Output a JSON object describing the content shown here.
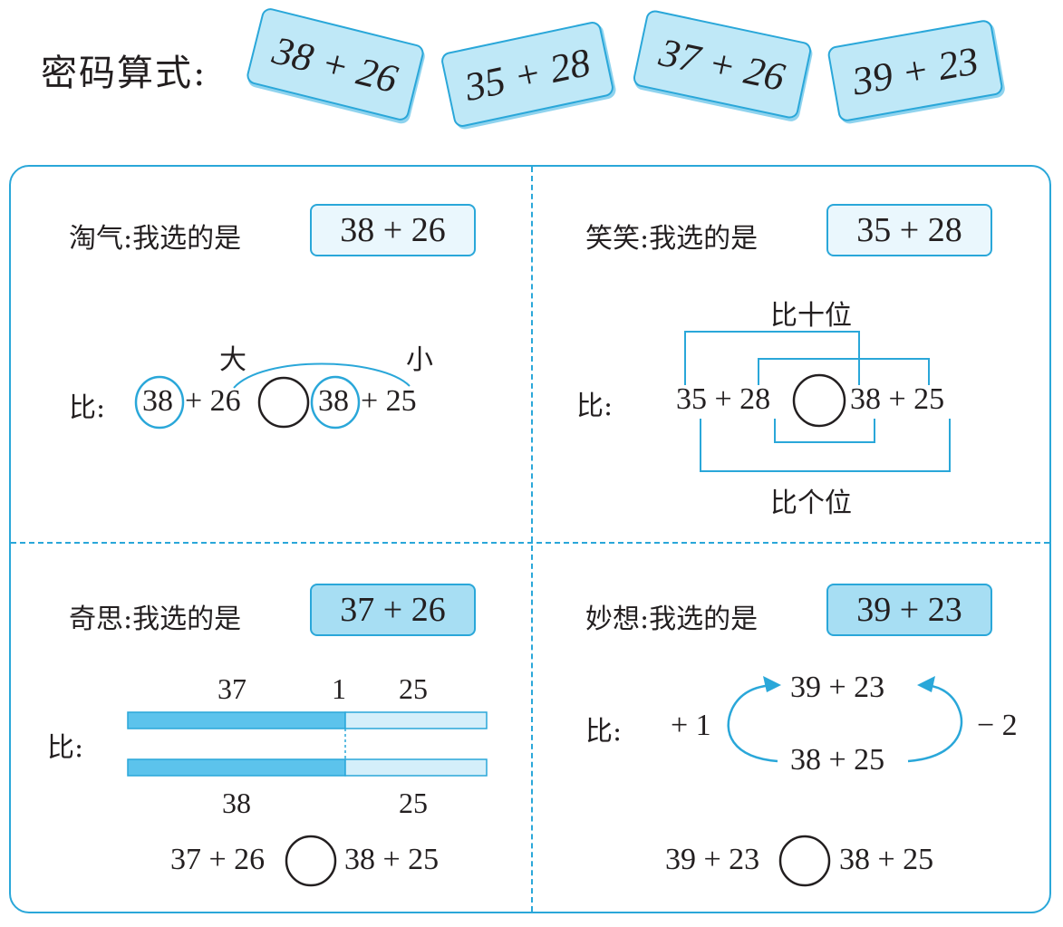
{
  "title": "密码算式:",
  "cards": [
    "38 + 26",
    "35 + 28",
    "37 + 26",
    "39 + 23"
  ],
  "q1": {
    "label": "淘气:我选的是",
    "choice": "38 + 26",
    "big": "大",
    "small": "小",
    "bi": "比:",
    "a1": "38",
    "a2": "+ 26",
    "b1": "38",
    "b2": "+ 25"
  },
  "q2": {
    "label": "笑笑:我选的是",
    "choice": "35 + 28",
    "tens": "比十位",
    "ones": "比个位",
    "bi": "比:",
    "left": "35 + 28",
    "right": "38 + 25"
  },
  "q3": {
    "label": "奇思:我选的是",
    "choice": "37 + 26",
    "bi": "比:",
    "top_a": "37",
    "top_b": "1",
    "top_c": "25",
    "bot_a": "38",
    "bot_c": "25",
    "left": "37 + 26",
    "right": "38 + 25"
  },
  "q4": {
    "label": "妙想:我选的是",
    "choice": "39 + 23",
    "bi": "比:",
    "upper": "39 + 23",
    "lower": "38 + 25",
    "plus": "+ 1",
    "minus": "− 2",
    "left": "39 + 23",
    "right": "38 + 25"
  },
  "colors": {
    "accent": "#2aa7d9",
    "fill": "#5cc3ec",
    "light": "#bfe8f7"
  }
}
